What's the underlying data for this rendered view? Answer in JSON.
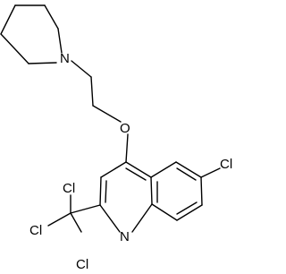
{
  "structure": {
    "atoms": {
      "nitrogen_piperidine": "N",
      "oxygen_ether": "O",
      "nitrogen_quinoline": "N",
      "chlorine_ring": "Cl",
      "chlorine_cf3_top": "Cl",
      "chlorine_cf3_left": "Cl",
      "chlorine_cf3_bottom": "Cl"
    },
    "colors": {
      "bond": "#000000",
      "text": "#000000",
      "background": "#ffffff"
    }
  }
}
